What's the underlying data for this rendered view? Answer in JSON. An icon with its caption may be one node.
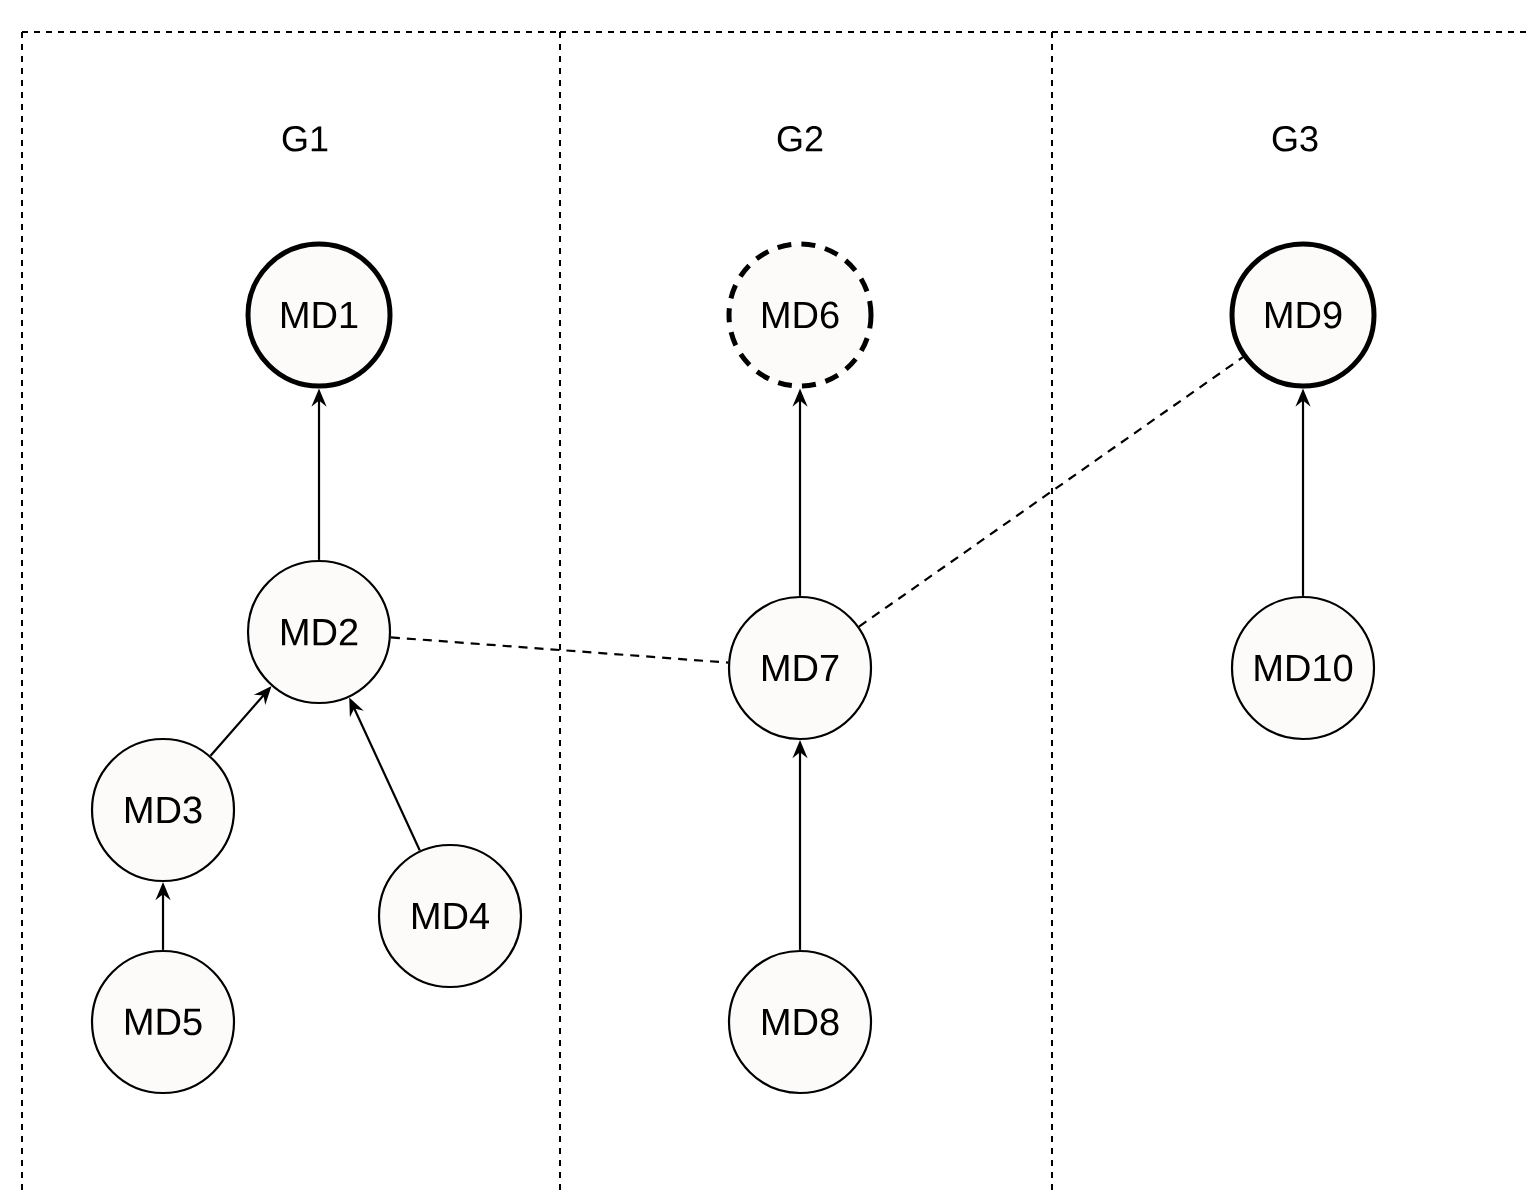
{
  "diagram": {
    "nodes": [
      {
        "text": [
          "G1"
        ]
      },
      {
        "text": [
          "MD1"
        ],
        "in": 0
      },
      {
        "text": [
          "MD2"
        ],
        "in": 0
      },
      {
        "text": [
          "MD3"
        ],
        "in": 0
      },
      {
        "text": [
          "MD4"
        ],
        "in": 0
      },
      {
        "text": [
          "MD5"
        ],
        "in": 0
      },
      {
        "text": [
          "G2"
        ]
      },
      {
        "text": [
          "MD6"
        ],
        "in": 6
      },
      {
        "text": [
          "MD7"
        ],
        "in": 6
      },
      {
        "text": [
          "MD8"
        ],
        "in": 6
      },
      {
        "text": [
          "G3"
        ]
      },
      {
        "text": [
          "MD9"
        ],
        "in": 10
      },
      {
        "text": [
          "MD10"
        ],
        "in": 10
      }
    ],
    "edges": [
      {
        "from": 2,
        "to": 1,
        "arrow": "to"
      },
      {
        "from": 3,
        "to": 2,
        "arrow": "to"
      },
      {
        "from": 4,
        "to": 2,
        "arrow": "to"
      },
      {
        "from": 5,
        "to": 3,
        "arrow": "to"
      },
      {
        "from": 8,
        "to": 7,
        "arrow": "to"
      },
      {
        "from": 9,
        "to": 8,
        "arrow": "to"
      },
      {
        "from": 12,
        "to": 11,
        "arrow": "to"
      },
      {
        "from": 2,
        "to": 8,
        "arrow": "none",
        "style": "dashed"
      },
      {
        "from": 8,
        "to": 11,
        "arrow": "none",
        "style": "dashed"
      }
    ]
  }
}
